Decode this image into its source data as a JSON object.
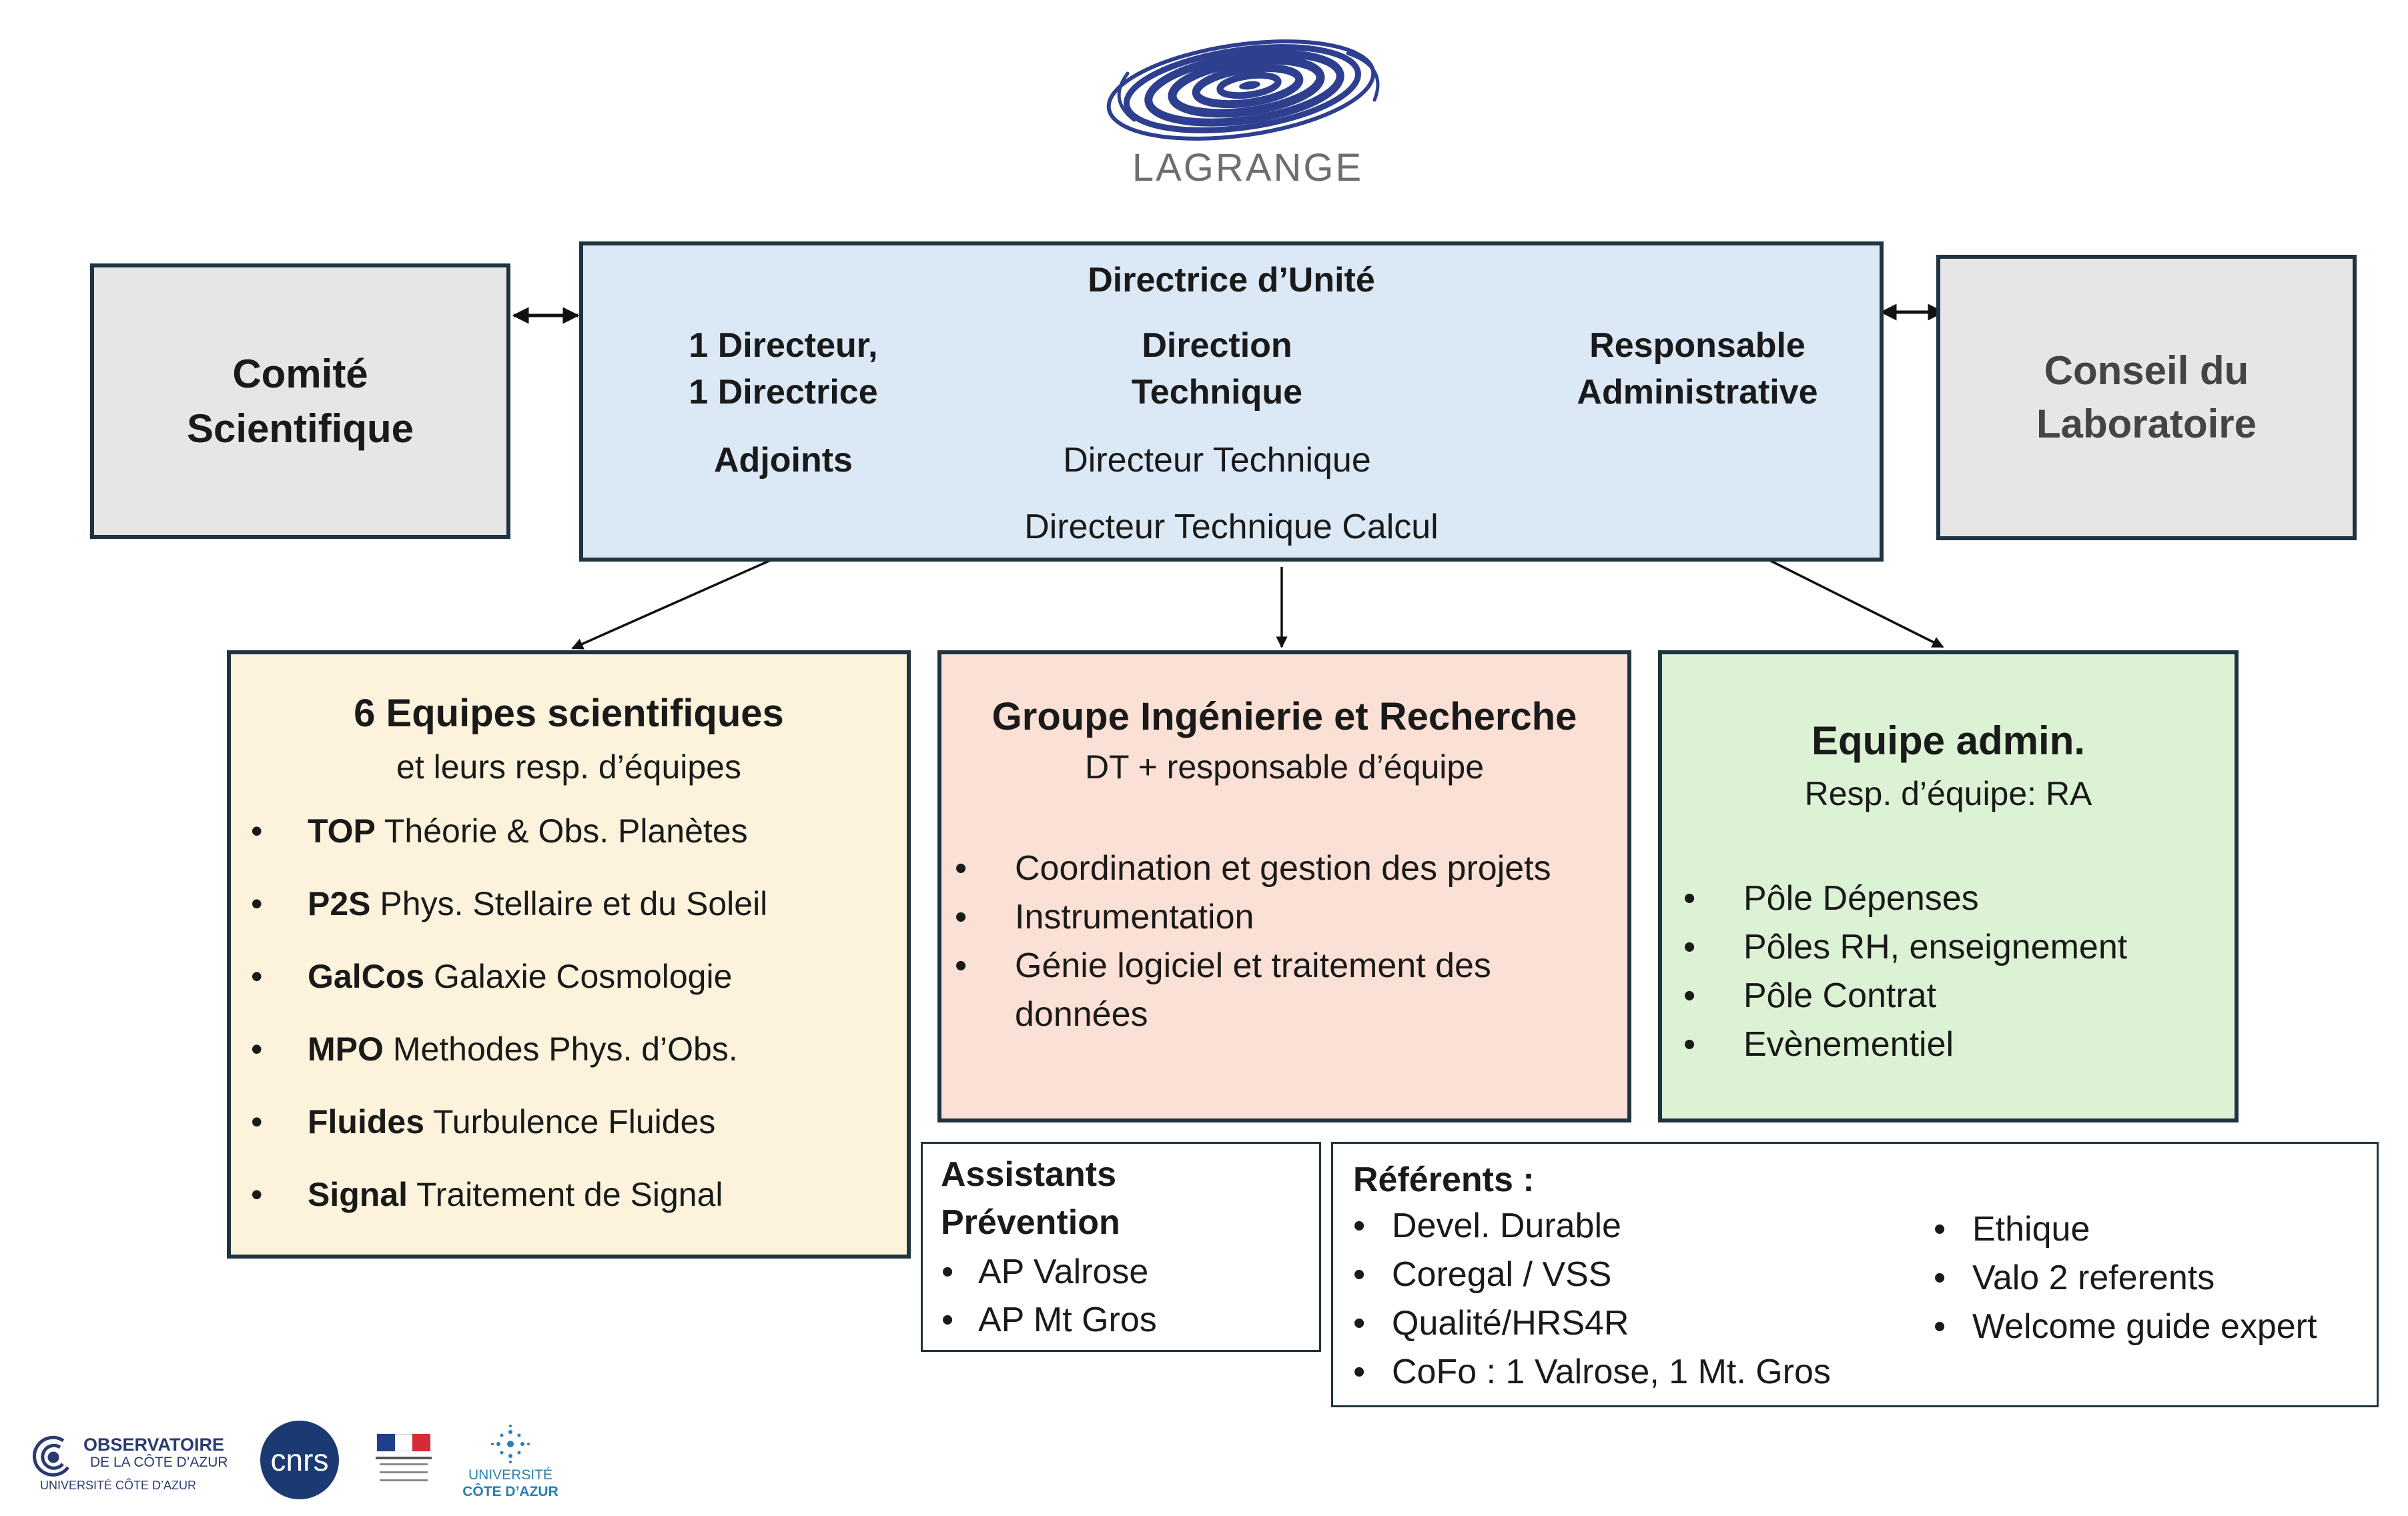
{
  "logo": {
    "text": "LAGRANGE",
    "accent": "#2e3f8f"
  },
  "comite": {
    "line1": "Comité",
    "line2": "Scientifique"
  },
  "conseil": {
    "line1": "Conseil du",
    "line2": "Laboratoire"
  },
  "direction": {
    "title": "Directrice d’Unité",
    "col1_line1": "1 Directeur,",
    "col1_line2": "1 Directrice",
    "col1_line3": "Adjoints",
    "col2_line1": "Direction",
    "col2_line2": "Technique",
    "col2_line3": "Directeur Technique",
    "col3_line1": "Responsable",
    "col3_line2": "Administrative",
    "bottom": "Directeur Technique Calcul"
  },
  "equipes": {
    "title": "6 Equipes scientifiques",
    "subtitle": "et leurs resp. d’équipes",
    "items": [
      {
        "code": "TOP",
        "name": "Théorie & Obs. Planètes"
      },
      {
        "code": "P2S",
        "name": "Phys. Stellaire et du Soleil"
      },
      {
        "code": "GalCos",
        "name": "Galaxie Cosmologie"
      },
      {
        "code": "MPO",
        "name": "Methodes Phys. d’Obs."
      },
      {
        "code": "Fluides",
        "name": "Turbulence Fluides"
      },
      {
        "code": "Signal",
        "name": "Traitement de Signal"
      }
    ]
  },
  "groupe": {
    "title": "Groupe Ingénierie et Recherche",
    "subtitle": "DT + responsable d’équipe",
    "items": [
      "Coordination et gestion des projets",
      "Instrumentation",
      "Génie logiciel et traitement des données"
    ]
  },
  "admin": {
    "title": "Equipe admin.",
    "subtitle": "Resp. d’équipe: RA",
    "items": [
      "Pôle Dépenses",
      "Pôles RH, enseignement",
      "Pôle Contrat",
      "Evènementiel"
    ]
  },
  "assistants": {
    "title_line1": "Assistants",
    "title_line2": "Prévention",
    "items": [
      "AP Valrose",
      "AP Mt Gros"
    ]
  },
  "referents": {
    "title": "Référents :",
    "left_items": [
      "Devel. Durable",
      "Coregal / VSS",
      "Qualité/HRS4R",
      "CoFo : 1 Valrose, 1 Mt. Gros"
    ],
    "right_items": [
      "Ethique",
      "Valo  2 referents",
      "Welcome guide expert"
    ]
  },
  "footer_logos": {
    "oca_line1": "OBSERVATOIRE",
    "oca_line2": "DE LA CÔTE D’AZUR",
    "oca_line3": "UNIVERSITÉ CÔTE D’AZUR",
    "cnrs": "cnrs",
    "uca_line1": "UNIVERSITÉ",
    "uca_line2": "CÔTE D’AZUR"
  },
  "colors": {
    "border": "#1f3340",
    "grey_box": "#e6e6e6",
    "direction_bg": "#dbe8f6",
    "equipes_bg": "#fdf3dc",
    "groupe_bg": "#fbe0d5",
    "admin_bg": "#dcf2d4"
  }
}
